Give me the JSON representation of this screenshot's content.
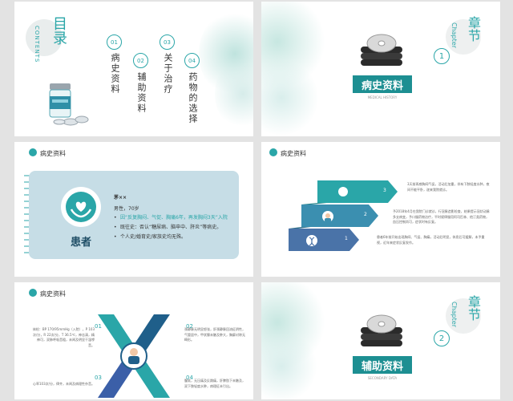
{
  "slide1": {
    "title": "目录",
    "subtitle": "CONTENTS",
    "items": [
      {
        "num": "01",
        "label": "病史资料"
      },
      {
        "num": "02",
        "label": "辅助资料"
      },
      {
        "num": "03",
        "label": "关于治疗"
      },
      {
        "num": "04",
        "label": "药物的选择"
      }
    ]
  },
  "slide2": {
    "chapter_cn": "章节",
    "chapter_en": "Chapter",
    "number": "1",
    "title": "病史资料",
    "subtitle": "MEDICAL HISTORY"
  },
  "slide3": {
    "header": "病史资料",
    "patient_name": "茅××",
    "patient_info": "男性，70岁",
    "bullets": [
      "因“反复胸闷、气促、胸痛6年，再发胸闷3天”入院",
      "既往史：否认“糖尿病、脑卒中、肝炎”等病史。",
      "个人史/婚育史/家族史均无殊。"
    ],
    "bullet2_label": "既往史",
    "patient_label": "患者"
  },
  "slide4": {
    "header": "病史资料",
    "arrows": [
      "3",
      "2",
      "1"
    ],
    "text1": "3天前再感胸闷气促，活动后加重，伴有下肢轻度水肿，夜间不能平卧，遂来我院就诊。",
    "text2": "予2018年4月在我院门诊就诊，行冠脉造影检查，结果提示冠状动脉多支病变，予口服药物治疗，平时规律服用阿司匹林、他汀类药物，血压控制尚可，症状时有反复。",
    "text3": "患者6年前开始出现胸闷、气促、胸痛，活动后明显，休息后可缓解，未予重视，近年来症状反复发作。"
  },
  "slide5": {
    "header": "病史资料",
    "items": [
      {
        "num": "01",
        "text": "体检：BP 170/95mmHg（入院），P 103次/分，R 22次/分，T 36.5℃，神志清，精神可，双肺呼吸音粗，未闻及明显干湿啰音。"
      },
      {
        "num": "02",
        "text": "颈静脉无明显怒张，肝颈静脉回流征阴性，气管居中，甲状腺未触及肿大，胸廓对称无畸形。"
      },
      {
        "num": "03",
        "text": "心率103次/分，律齐，未闻及病理性杂音。"
      },
      {
        "num": "04",
        "text": "腹软，无压痛及反跳痛，肝脾肋下未触及，双下肢轻度水肿，病理征未引出。"
      }
    ]
  },
  "slide6": {
    "chapter_cn": "章节",
    "chapter_en": "Chapter",
    "number": "2",
    "title": "辅助资料",
    "subtitle": "SECONDARY DATA"
  }
}
